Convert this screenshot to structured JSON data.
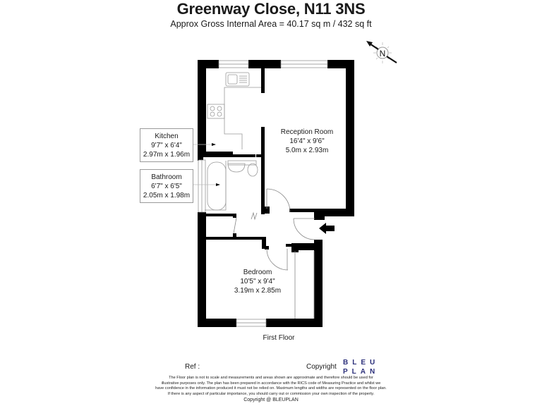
{
  "header": {
    "title": "Greenway Close, N11 3NS",
    "subtitle": "Approx Gross Internal Area = 40.17 sq m / 432 sq ft"
  },
  "compass": {
    "label": "N",
    "icon": "north-arrow-icon"
  },
  "rooms": {
    "kitchen": {
      "name": "Kitchen",
      "imperial": "9'7\" x 6'4\"",
      "metric": "2.97m x 1.96m"
    },
    "bathroom": {
      "name": "Bathroom",
      "imperial": "6'7\" x 6'5\"",
      "metric": "2.05m x 1.98m"
    },
    "reception": {
      "name": "Reception Room",
      "imperial": "16'4\" x 9'6\"",
      "metric": "5.0m x 2.93m"
    },
    "bedroom": {
      "name": "Bedroom",
      "imperial": "10'5\" x 9'4\"",
      "metric": "3.19m x 2.85m"
    }
  },
  "floor": {
    "name": "First Floor",
    "entrance_icon": "entrance-arrow-icon"
  },
  "footer": {
    "ref_label": "Ref  :",
    "copyright_label": "Copyright",
    "logo_line1": "BLEU",
    "logo_line2": "PLAN",
    "logo_color": "#2b2f7a",
    "disclaimer": [
      "The Floor plan is not to scale and measurements and areas shown are approximate and therefore should be used for",
      "illustrative purposes only. The plan has been prepared in accordance with the RICS code of Measuring Practice and whilst we",
      "have confidence in the information produced it must not be relied on. Maximum lengths and widths are represented on the floor plan.",
      "If there is any aspect of particular importance, you should carry out or commission your own inspection of the property.",
      "Copyright @ BLEUPLAN"
    ]
  }
}
